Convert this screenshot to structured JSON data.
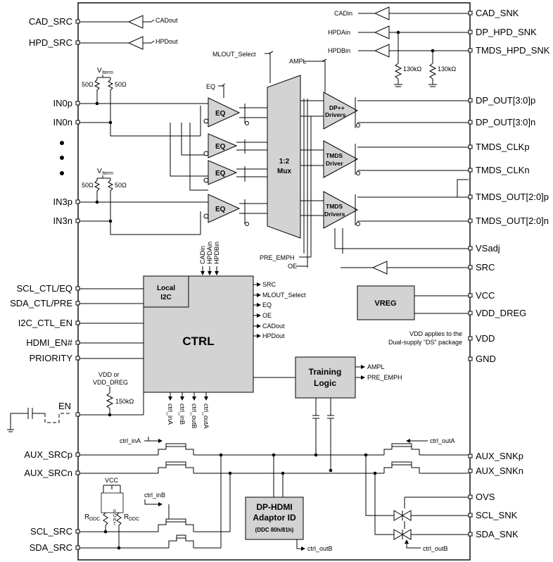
{
  "left_pins": {
    "cad_src": "CAD_SRC",
    "hpd_src": "HPD_SRC",
    "in0p": "IN0p",
    "in0n": "IN0n",
    "in3p": "IN3p",
    "in3n": "IN3n",
    "scl_ctl_eq": "SCL_CTL/EQ",
    "sda_ctl_pre": "SDA_CTL/PRE",
    "i2c_ctl_en": "I2C_CTL_EN",
    "hdmi_en": "HDMI_EN#",
    "priority": "PRIORITY",
    "en": "EN",
    "aux_srcp": "AUX_SRCp",
    "aux_srcn": "AUX_SRCn",
    "scl_src": "SCL_SRC",
    "sda_src": "SDA_SRC"
  },
  "right_pins": {
    "cad_snk": "CAD_SNK",
    "dp_hpd_snk": "DP_HPD_SNK",
    "tmds_hpd_snk": "TMDS_HPD_SNK",
    "dp_out_p": "DP_OUT[3:0]p",
    "dp_out_n": "DP_OUT[3:0]n",
    "tmds_clkp": "TMDS_CLKp",
    "tmds_clkn": "TMDS_CLKn",
    "tmds_out_p": "TMDS_OUT[2:0]p",
    "tmds_out_n": "TMDS_OUT[2:0]n",
    "vsadj": "VSadj",
    "src": "SRC",
    "vcc": "VCC",
    "vdd_dreg": "VDD_DREG",
    "vdd": "VDD",
    "gnd": "GND",
    "aux_snkp": "AUX_SNKp",
    "aux_snkn": "AUX_SNKn",
    "ovs": "OVS",
    "scl_snk": "SCL_SNK",
    "sda_snk": "SDA_SNK"
  },
  "buffers": {
    "cadout": "CADout",
    "hpdout": "HPDout",
    "cadin": "CADin",
    "hpdain": "HPDAin",
    "hpdbin": "HPDBin"
  },
  "resistors": {
    "r130_a": "130kΩ",
    "r130_b": "130kΩ",
    "r50_1": "50Ω",
    "r50_2": "50Ω",
    "r50_3": "50Ω",
    "r50_4": "50Ω",
    "vterm_v": "V",
    "vterm_sub": "Iterm",
    "r150k": "150kΩ",
    "en_supply_1": "VDD or",
    "en_supply_2": "VDD_DREG",
    "rddc_r": "R",
    "rddc_sub": "DDC",
    "vcc_small": "VCC"
  },
  "signals": {
    "mlout_select": "MLOUT_Select",
    "ampl": "AMPL",
    "eq": "EQ",
    "pre_emph": "PRE_EMPH",
    "oe": "OE",
    "ctrl_ina": "ctrl_inA",
    "ctrl_inb": "ctrl_inB",
    "ctrl_outa": "ctrl_outA",
    "ctrl_outb": "ctrl_outB",
    "ctrl_outb2": "ctrl_outB"
  },
  "blocks": {
    "eq": "EQ",
    "mux_1": "1:2",
    "mux_2": "Mux",
    "dp_drv_1": "DP++",
    "dp_drv_2": "Drivers",
    "tmds_clk_1": "TMDS",
    "tmds_clk_2": "Driver",
    "tmds_data_1": "TMDS",
    "tmds_data_2": "Drivers",
    "local_i2c_1": "Local",
    "local_i2c_2": "I2C",
    "ctrl": "CTRL",
    "vreg": "VREG",
    "training_1": "Training",
    "training_2": "Logic",
    "adaptor_1": "DP-HDMI",
    "adaptor_2": "Adaptor ID",
    "adaptor_3": "(DDC 80h/81h)"
  },
  "ctrl_top_inputs": [
    "CADin",
    "HPDAin",
    "HPDBin"
  ],
  "ctrl_right_outputs": [
    "SRC",
    "MLOUT_Select",
    "EQ",
    "OE",
    "CADout",
    "HPDout"
  ],
  "ctrl_bottom_outputs": [
    "ctrl_inA",
    "ctrl_inB",
    "ctrl_outB",
    "ctrl_outA"
  ],
  "training_outputs": [
    "AMPL",
    "PRE_EMPH"
  ],
  "ddc_labels": [
    "P",
    "O",
    "R",
    "T"
  ],
  "vdd_note": {
    "line1": "VDD applies to the",
    "line2": "Dual-supply “DS” package"
  }
}
